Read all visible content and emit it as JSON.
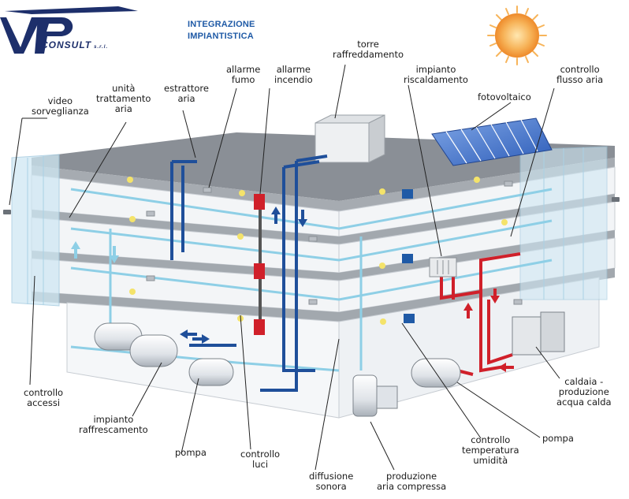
{
  "logo": {
    "mark": "VP",
    "name": "CONSULT",
    "suffix": "s.r.l."
  },
  "title": {
    "line1": "INTEGRAZIONE",
    "line2": "IMPIANTISTICA"
  },
  "labels": {
    "video": [
      "video",
      "sorveglianza"
    ],
    "uta": [
      "unità",
      "trattamento",
      "aria"
    ],
    "estrattore": [
      "estrattore",
      "aria"
    ],
    "allarme_fumo": [
      "allarme",
      "fumo"
    ],
    "allarme_incendio": [
      "allarme",
      "incendio"
    ],
    "torre": [
      "torre",
      "raffreddamento"
    ],
    "riscaldamento": [
      "impianto",
      "riscaldamento"
    ],
    "controllo_flusso": [
      "controllo",
      "flusso aria"
    ],
    "fotovoltaico": [
      "fotovoltaico"
    ],
    "controllo_accessi": [
      "controllo",
      "accessi"
    ],
    "raffrescamento": [
      "impianto",
      "raffrescamento"
    ],
    "pompa_left": [
      "pompa"
    ],
    "controllo_luci": [
      "controllo",
      "luci"
    ],
    "diffusione": [
      "diffusione",
      "sonora"
    ],
    "aria_compressa": [
      "produzione",
      "aria compressa"
    ],
    "temperatura": [
      "controllo",
      "temperatura",
      "umidità"
    ],
    "pompa_right": [
      "pompa"
    ],
    "caldaia": [
      "caldaia -",
      "produzione",
      "acqua calda"
    ]
  },
  "colors": {
    "cold_pipe": "#1f4f9a",
    "light_pipe": "#8ecfe6",
    "hot_pipe": "#d0202a",
    "fire_pipe": "#555555",
    "sun": "#f5a340",
    "panel": "#3f74c9"
  }
}
